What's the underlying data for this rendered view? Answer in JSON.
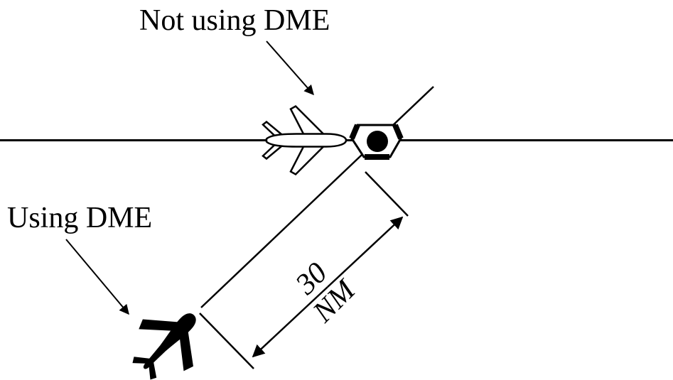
{
  "diagram": {
    "description": "DME slant-range diagram: one aircraft on the airway not using DME at a VORTAC station, another aircraft using DME at 30 NM on a radial",
    "background_color": "#ffffff",
    "ink_color": "#000000",
    "labels": {
      "not_using_dme": "Not using DME",
      "using_dme": "Using DME",
      "distance_value": "30",
      "distance_unit": "NM"
    },
    "icons": {
      "station": "vortac-station-icon",
      "aircraft_on_airway": "aircraft-outline-icon",
      "aircraft_using_dme": "aircraft-silhouette-icon"
    }
  }
}
